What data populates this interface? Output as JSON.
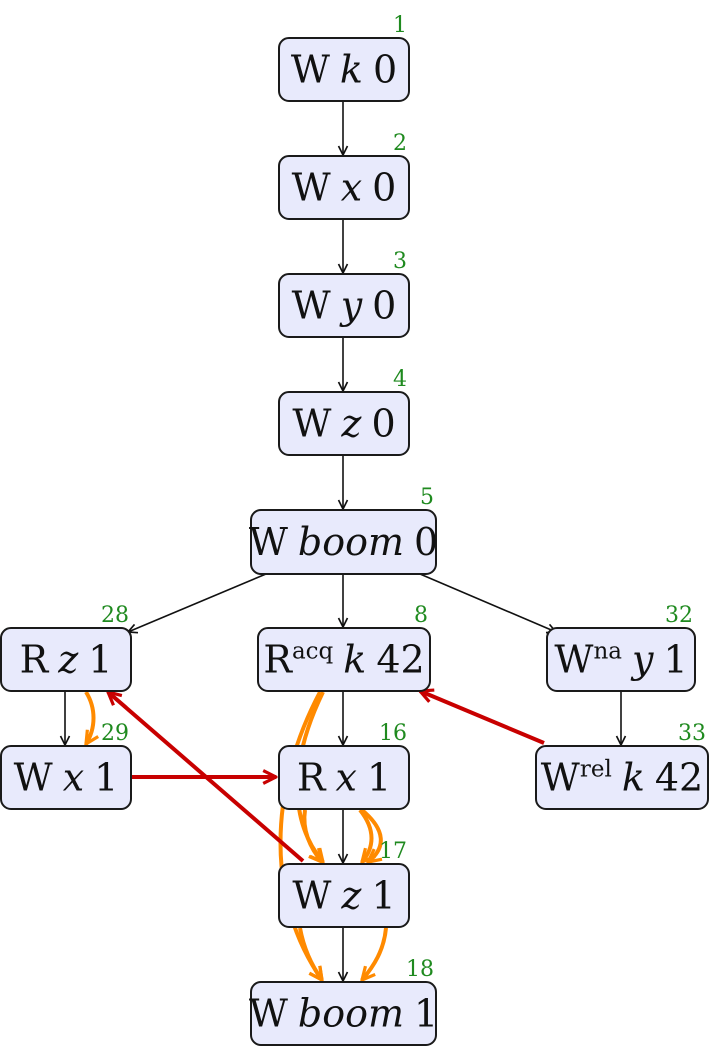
{
  "colors": {
    "node_fill": "#e8eafc",
    "node_border": "#1a1a1a",
    "id_label": "#1f8a1f",
    "po_edge": "#111111",
    "orange_edge": "#ff8a00",
    "red_edge": "#c80000"
  },
  "nodes": {
    "n1": {
      "id": "1",
      "op": "W",
      "sup": "",
      "var": "k",
      "val": "0"
    },
    "n2": {
      "id": "2",
      "op": "W",
      "sup": "",
      "var": "x",
      "val": "0"
    },
    "n3": {
      "id": "3",
      "op": "W",
      "sup": "",
      "var": "y",
      "val": "0"
    },
    "n4": {
      "id": "4",
      "op": "W",
      "sup": "",
      "var": "z",
      "val": "0"
    },
    "n5": {
      "id": "5",
      "op": "W",
      "sup": "",
      "var": "boom",
      "val": "0"
    },
    "n28": {
      "id": "28",
      "op": "R",
      "sup": "",
      "var": "z",
      "val": "1"
    },
    "n8": {
      "id": "8",
      "op": "R",
      "sup": "acq",
      "var": "k",
      "val": "42"
    },
    "n32": {
      "id": "32",
      "op": "W",
      "sup": "na",
      "var": "y",
      "val": "1"
    },
    "n29": {
      "id": "29",
      "op": "W",
      "sup": "",
      "var": "x",
      "val": "1"
    },
    "n16": {
      "id": "16",
      "op": "R",
      "sup": "",
      "var": "x",
      "val": "1"
    },
    "n33": {
      "id": "33",
      "op": "W",
      "sup": "rel",
      "var": "k",
      "val": "42"
    },
    "n17": {
      "id": "17",
      "op": "W",
      "sup": "",
      "var": "z",
      "val": "1"
    },
    "n18": {
      "id": "18",
      "op": "W",
      "sup": "",
      "var": "boom",
      "val": "1"
    }
  },
  "edges": {
    "black": [
      [
        "n1",
        "n2"
      ],
      [
        "n2",
        "n3"
      ],
      [
        "n3",
        "n4"
      ],
      [
        "n4",
        "n5"
      ],
      [
        "n5",
        "n28"
      ],
      [
        "n5",
        "n8"
      ],
      [
        "n5",
        "n32"
      ],
      [
        "n28",
        "n29"
      ],
      [
        "n8",
        "n16"
      ],
      [
        "n32",
        "n33"
      ],
      [
        "n16",
        "n17"
      ],
      [
        "n17",
        "n18"
      ]
    ],
    "orange": [
      [
        "n28",
        "n29"
      ],
      [
        "n8",
        "n17"
      ],
      [
        "n8",
        "n18"
      ],
      [
        "n16",
        "n17"
      ],
      [
        "n17",
        "n18"
      ]
    ],
    "red": [
      [
        "n29",
        "n16"
      ],
      [
        "n33",
        "n8"
      ],
      [
        "n17",
        "n28"
      ]
    ]
  }
}
